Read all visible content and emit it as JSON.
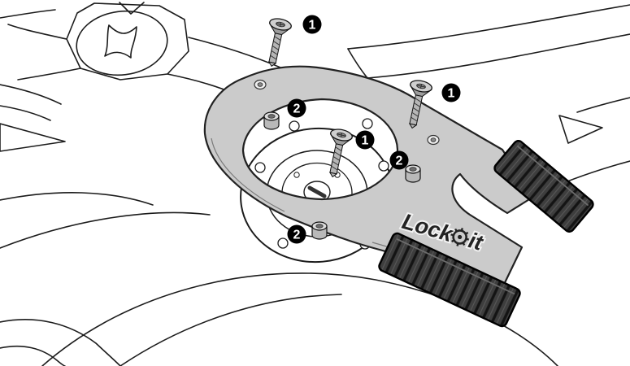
{
  "diagram": {
    "callouts": {
      "screw_label": "1",
      "spacer_label": "2"
    },
    "logo": {
      "word1": "Lock",
      "word2": "it"
    },
    "colors": {
      "background": "#ffffff",
      "line": "#1c1c1c",
      "adapter_fill": "#cbcbcb",
      "adapter_edge": "#222222",
      "pad_fill": "#3e3e3e",
      "pad_ridge": "#141414",
      "badge_fill": "#000000",
      "badge_text": "#ffffff",
      "logo_fill": "#232323"
    }
  }
}
